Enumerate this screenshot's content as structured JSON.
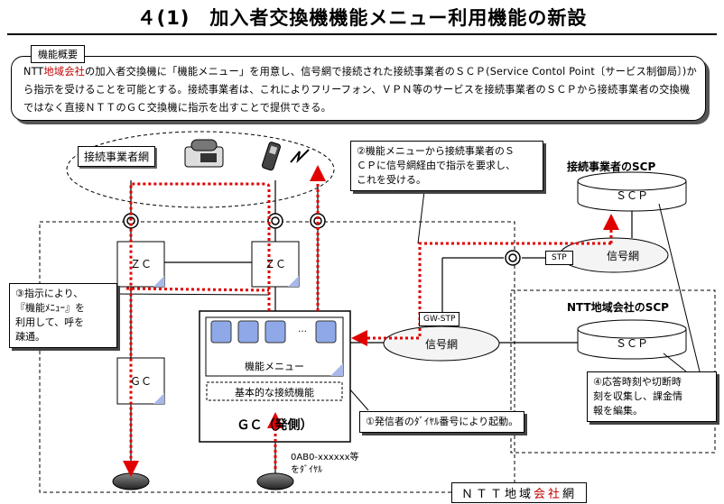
{
  "title": "４(1)　加入者交換機機能メニュー利用機能の新設",
  "overview": {
    "label": "機能概要",
    "text_parts": [
      {
        "text": "NTT",
        "red": false
      },
      {
        "text": "地域会社",
        "red": true
      },
      {
        "text": "の加入者交換機に「機能メニュー」を用意し、信号網で接続された接続事業者のＳＣＰ(Service Contol Point〔サービス制御局〕)から指示を受けることを可能とする。接続事業者は、これによりフリーフォン、ＶＰＮ等のサービスを接続事業者のＳＣＰから接続事業者の交換機ではなく直接ＮＴＴのＧＣ交換機に指示を出すことで提供できる。",
        "red": false
      }
    ]
  },
  "labels": {
    "carrier_network": "接続事業者網",
    "carrier_scp_title": "接続事業者のSCP",
    "scp_1": "ＳＣＰ",
    "scp_2": "ＳＣＰ",
    "signal_network_1": "信号網",
    "signal_network_2": "信号網",
    "stp": "STP",
    "gw_stp": "GW-STP",
    "ntt_scp_title": "NTT地域会社のSCP",
    "zc_1": "ＺＣ",
    "zc_2": "ＺＣ",
    "gc_left": "ＧＣ",
    "gc_main": "ＧＣ（発側）",
    "function_menu": "機能メニュー",
    "ellipsis": "…",
    "basic_function": "基本的な接続機能",
    "dial_note_line1": "0AB0-xxxxxx等",
    "dial_note_line2": "をﾀﾞｲﾔﾙ",
    "ntt_network_1": "ＮＴＴ地域",
    "ntt_network_red": "会社",
    "ntt_network_2": "網"
  },
  "callouts": {
    "c1": "①発信者のﾀﾞｲﾔﾙ番号により起動。",
    "c2": [
      "②機能メニューから接続事業者のＳ",
      "ＣＰに信号網経由で指示を要求し、",
      "これを受ける。"
    ],
    "c3": [
      "③指示により、",
      "『機能ﾒﾆｭｰ』を",
      "利用して、呼を",
      "疎通。"
    ],
    "c4": [
      "④応答時刻や切断時",
      "刻を収集し、課金情",
      "報を編集。"
    ]
  },
  "colors": {
    "route_red": "#e00000",
    "brand_red": "#c00000",
    "menu_slot": "#8fa8e8",
    "cylinder_fill": "#ffffff"
  }
}
